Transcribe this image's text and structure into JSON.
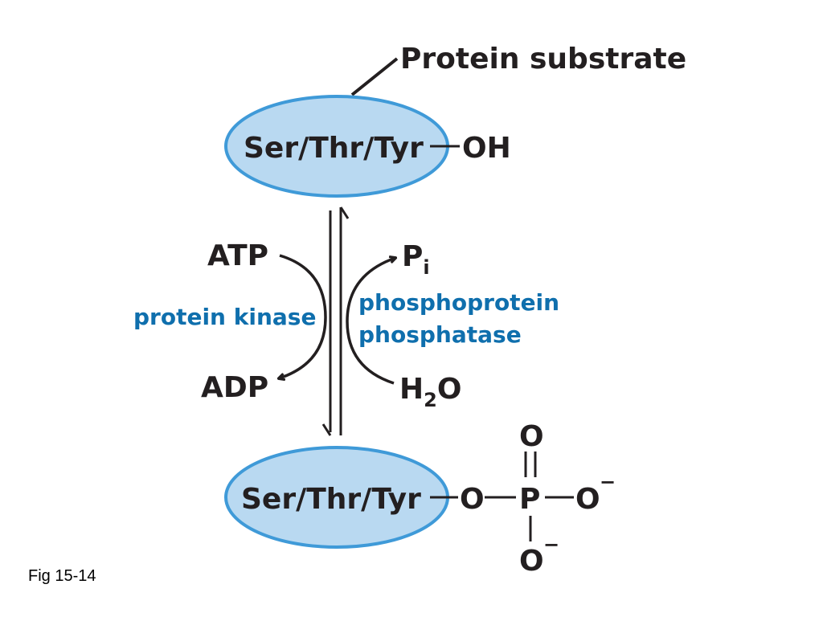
{
  "colors": {
    "ellipse_fill": "#b9d9f1",
    "ellipse_stroke": "#3f9ad8",
    "text_dark": "#231f20",
    "enzyme_text": "#0f6fad"
  },
  "substrate": {
    "title": "Protein substrate",
    "residue": "Ser/Thr/Tyr",
    "hydroxyl": "OH"
  },
  "product": {
    "residue": "Ser/Thr/Tyr",
    "phosphate": {
      "o_link": "O",
      "p": "P",
      "o_top": "O",
      "o_right": "O",
      "o_bottom": "O",
      "charge": "−"
    }
  },
  "kinase_side": {
    "enzyme": "protein kinase",
    "reactant": "ATP",
    "product": "ADP"
  },
  "phosphatase_side": {
    "enzyme_line1": "phosphoprotein",
    "enzyme_line2": "phosphatase",
    "reactant_main": "H",
    "reactant_sub": "2",
    "reactant_tail": "O",
    "product_main": "P",
    "product_sub": "i"
  },
  "caption": "Fig 15-14"
}
